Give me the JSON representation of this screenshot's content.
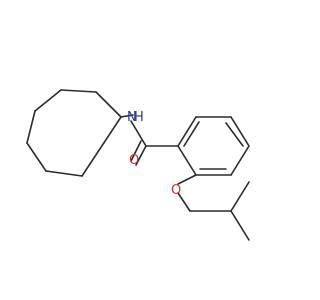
{
  "structure": {
    "atoms": {
      "amide_n": {
        "label": "N",
        "sublabel": "H",
        "color": "#2f3a8f"
      },
      "carbonyl_o": {
        "label": "O",
        "color": "#d0312d"
      },
      "ether_o": {
        "label": "O",
        "color": "#d0312d"
      }
    },
    "bond_color": "#2b2b2b",
    "background": "#ffffff"
  }
}
